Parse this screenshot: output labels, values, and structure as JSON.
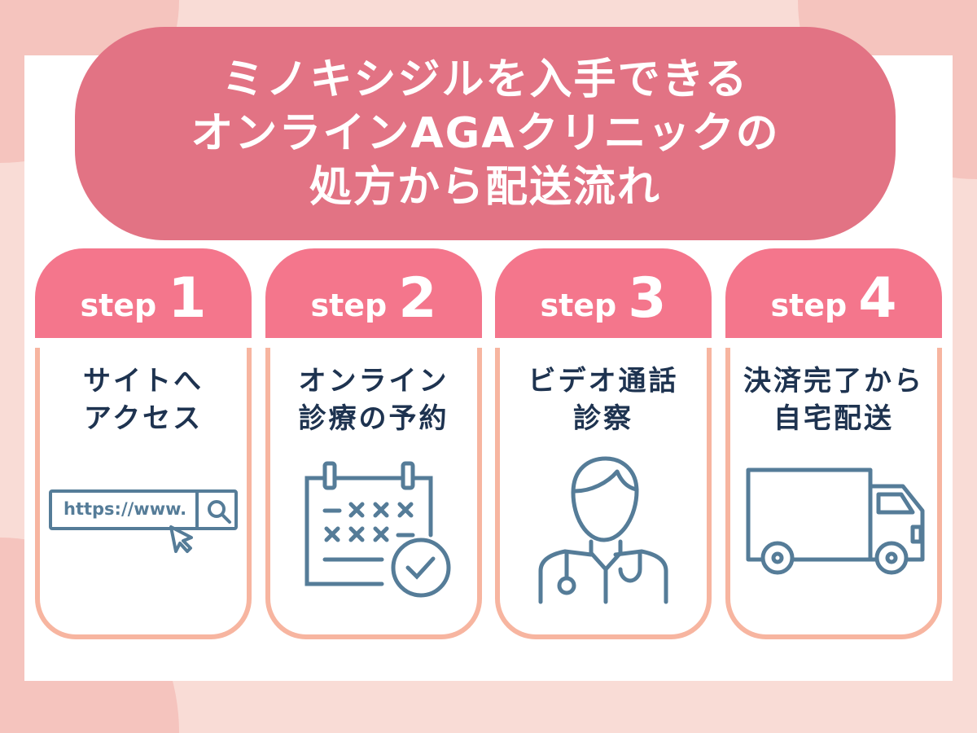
{
  "title": {
    "line1": "ミノキシジルを入手できる",
    "line2": "オンラインAGAクリニックの",
    "line3": "処方から配送流れ"
  },
  "steps": [
    {
      "word": "step",
      "num": "1",
      "line1": "サイトへ",
      "line2": "アクセス",
      "url": "https://www."
    },
    {
      "word": "step",
      "num": "2",
      "line1": "オンライン",
      "line2": "診療の予約"
    },
    {
      "word": "step",
      "num": "3",
      "line1": "ビデオ通話",
      "line2": "診察"
    },
    {
      "word": "step",
      "num": "4",
      "line1": "決済完了から",
      "line2": "自宅配送"
    }
  ],
  "colors": {
    "banner": "#e27384",
    "header": "#f4768c",
    "border": "#f7b5a0",
    "icon": "#557c98",
    "text": "#1e3350"
  }
}
